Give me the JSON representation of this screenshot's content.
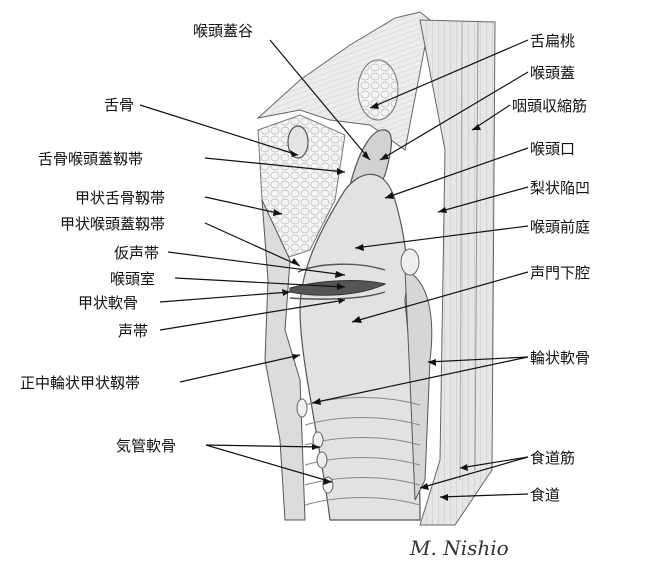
{
  "labels": {
    "vallecula": "喉頭蓋谷",
    "hyoid": "舌骨",
    "hyoepiglottic_lig": "舌骨喉頭蓋靱帯",
    "thyrohyoid_lig": "甲状舌骨靱帯",
    "thyroepiglottic_lig": "甲状喉頭蓋靱帯",
    "false_cord": "仮声帯",
    "ventricle": "喉頭室",
    "thyroid_cartilage": "甲状軟骨",
    "vocal_cord": "声帯",
    "median_cricothyroid_lig": "正中輪状甲状靱帯",
    "tracheal_cartilage": "気管軟骨",
    "lingual_tonsil": "舌扁桃",
    "epiglottis": "喉頭蓋",
    "pharyngeal_constrictor": "咽頭収縮筋",
    "laryngeal_inlet": "喉頭口",
    "piriform_fossa": "梨状陥凹",
    "vestibule": "喉頭前庭",
    "subglottic_cavity": "声門下腔",
    "cricoid_cartilage": "輪状軟骨",
    "esophageal_muscle": "食道筋",
    "esophagus": "食道"
  },
  "signature": "M. Nishio"
}
